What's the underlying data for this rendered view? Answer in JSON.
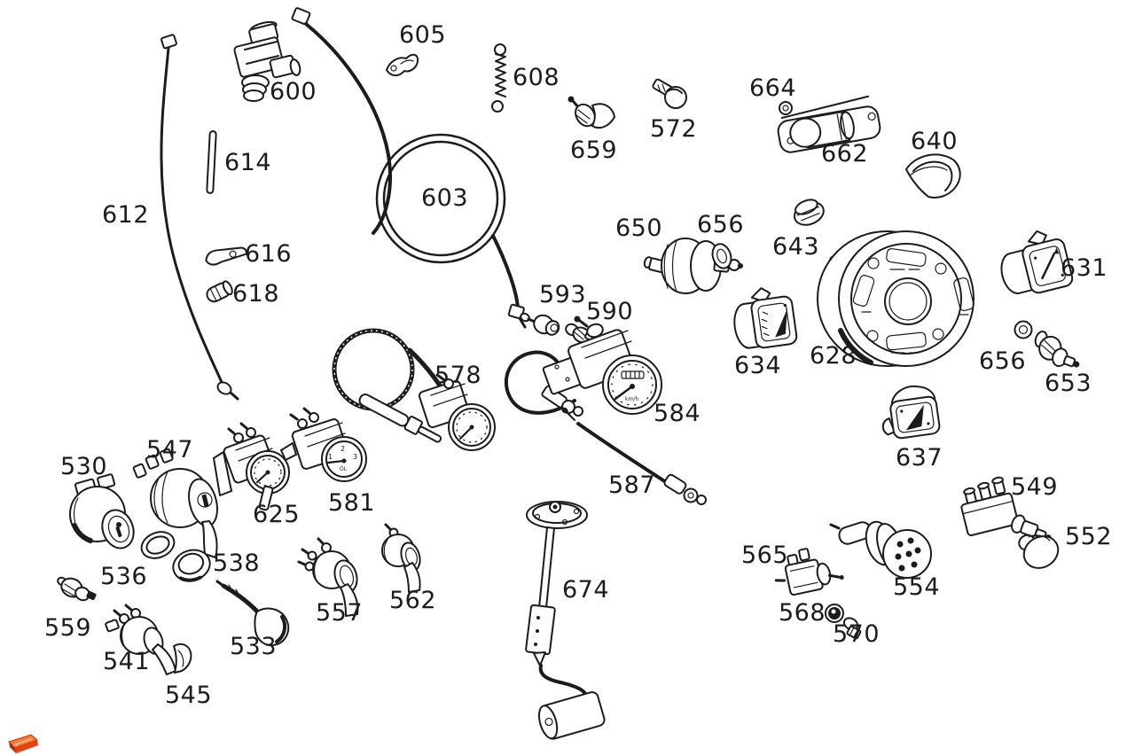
{
  "page": {
    "background": "#ffffff",
    "ink": "#1c1c1c",
    "kind": "exploded-parts-diagram",
    "subject": "instruments, gauges, senders and switches"
  },
  "watermark": {
    "name": "orange-box-logo",
    "color": "#e8430e",
    "highlight": "#ff7a33",
    "shadow": "#b33007",
    "text_color": "#ffffff"
  },
  "parts": [
    {
      "label": "605",
      "name": "cable-clamp"
    },
    {
      "label": "600",
      "name": "valve-fitting"
    },
    {
      "label": "608",
      "name": "tension-spring"
    },
    {
      "label": "664",
      "name": "small-nut"
    },
    {
      "label": "572",
      "name": "round-head-screw"
    },
    {
      "label": "659",
      "name": "bulb-socket"
    },
    {
      "label": "662",
      "name": "instrument-lamp-assembly"
    },
    {
      "label": "640",
      "name": "lamp-hood"
    },
    {
      "label": "614",
      "name": "pipe-sleeve"
    },
    {
      "label": "612",
      "name": "fuel-line-pipe"
    },
    {
      "label": "603",
      "name": "coiled-drive-cable"
    },
    {
      "label": "650",
      "name": "oil-pressure-sender"
    },
    {
      "label": "656",
      "name": "seal-ring"
    },
    {
      "label": "643",
      "name": "rubber-grommet"
    },
    {
      "label": "616",
      "name": "clip"
    },
    {
      "label": "618",
      "name": "sleeve"
    },
    {
      "label": "631",
      "name": "indicator-lamp-housing"
    },
    {
      "label": "593",
      "name": "bulb-socket-small"
    },
    {
      "label": "590",
      "name": "bulb-socket"
    },
    {
      "label": "634",
      "name": "indicator-lamp-housing"
    },
    {
      "label": "628",
      "name": "instrument-cluster"
    },
    {
      "label": "656",
      "name": "seal-ring"
    },
    {
      "label": "653",
      "name": "temperature-sender"
    },
    {
      "label": "578",
      "name": "capillary-temperature-gauge"
    },
    {
      "label": "584",
      "name": "speedometer",
      "dial": [
        "km/h"
      ]
    },
    {
      "label": "637",
      "name": "indicator-lamp-housing"
    },
    {
      "label": "530",
      "name": "ignition-lock"
    },
    {
      "label": "547",
      "name": "ignition-starter-switch"
    },
    {
      "label": "625",
      "name": "fuel-gauge"
    },
    {
      "label": "581",
      "name": "oil-pressure-gauge",
      "dial": [
        "1",
        "2",
        "3",
        "ÖL"
      ]
    },
    {
      "label": "587",
      "name": "flexible-drive-cable"
    },
    {
      "label": "549",
      "name": "terminal-switch-block"
    },
    {
      "label": "552",
      "name": "push-knob"
    },
    {
      "label": "565",
      "name": "small-switch"
    },
    {
      "label": "554",
      "name": "multi-pin-connector"
    },
    {
      "label": "536",
      "name": "seal-ring"
    },
    {
      "label": "538",
      "name": "ring-nut"
    },
    {
      "label": "562",
      "name": "toggle-switch"
    },
    {
      "label": "557",
      "name": "toggle-switch"
    },
    {
      "label": "568",
      "name": "knurled-knob"
    },
    {
      "label": "674",
      "name": "fuel-tank-sender-with-float"
    },
    {
      "label": "570",
      "name": "screw"
    },
    {
      "label": "559",
      "name": "small-sender"
    },
    {
      "label": "533",
      "name": "key"
    },
    {
      "label": "541",
      "name": "lever-switch"
    },
    {
      "label": "545",
      "name": "key-blade"
    }
  ]
}
